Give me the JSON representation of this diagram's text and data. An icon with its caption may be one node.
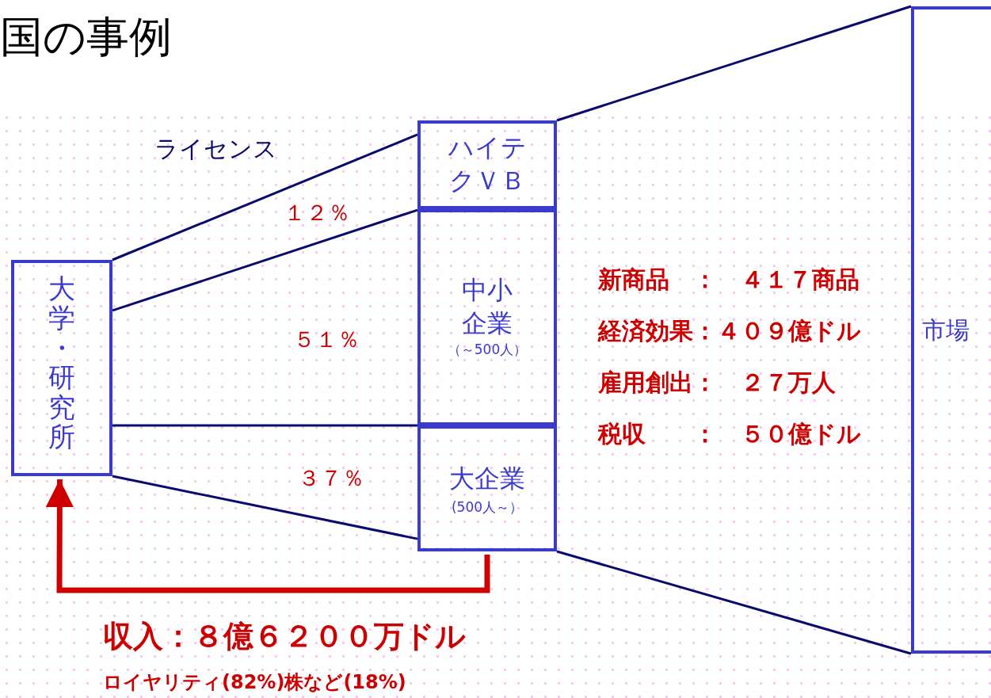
{
  "diagram": {
    "title": "国の事例",
    "nodes": [
      {
        "text": [
          "大学・研究所"
        ]
      },
      {
        "text": [
          "ハイテクＶＢ"
        ]
      },
      {
        "text": [
          "中小企業",
          "（～500人）"
        ]
      },
      {
        "text": [
          "大企業",
          "(500人～）"
        ]
      },
      {
        "text": [
          "市場"
        ]
      }
    ],
    "edges": [
      {
        "from": 0,
        "to": 1,
        "arrow": "none"
      },
      {
        "from": 0,
        "to": 2,
        "arrow": "none"
      },
      {
        "from": 0,
        "to": 3,
        "arrow": "none"
      },
      {
        "from": 0,
        "to": 3,
        "arrow": "none"
      },
      {
        "from": 1,
        "to": 4,
        "arrow": "none"
      },
      {
        "from": 3,
        "to": 4,
        "arrow": "none"
      },
      {
        "from": 3,
        "to": 0,
        "arrow": "to",
        "style": "thick",
        "color": "#cc0000"
      }
    ],
    "labels": [
      "ライセンス",
      "１２％",
      "５１％",
      "３７％",
      "新商品　：　４１７商品",
      "経済効果：４０９億ドル",
      "雇用創出：　２７万人",
      "税収　　：　５０億ドル",
      "収入：８億６２００万ドル",
      "ロイヤリティ(82%)株など(18%)"
    ]
  }
}
